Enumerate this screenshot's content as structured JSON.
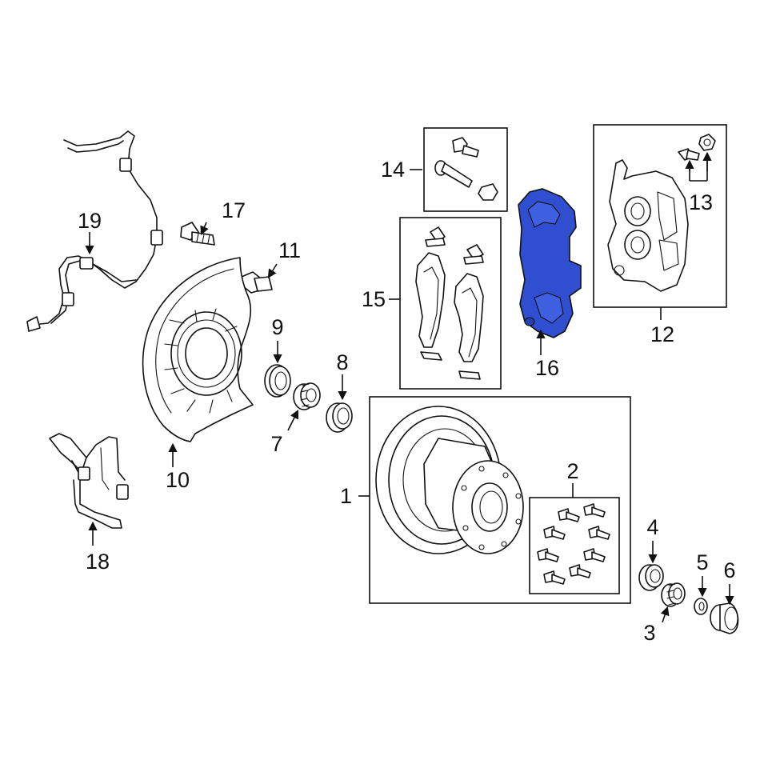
{
  "diagram": {
    "highlight_color": "#2f4fd0",
    "line_color": "#111111",
    "callouts": {
      "c1": "1",
      "c2": "2",
      "c3": "3",
      "c4": "4",
      "c5": "5",
      "c6": "6",
      "c7": "7",
      "c8": "8",
      "c9": "9",
      "c10": "10",
      "c11": "11",
      "c12": "12",
      "c13": "13",
      "c14": "14",
      "c15": "15",
      "c16": "16",
      "c17": "17",
      "c18": "18",
      "c19": "19"
    },
    "parts": [
      {
        "id": "1",
        "name": "rotor-hub-assembly"
      },
      {
        "id": "2",
        "name": "wheel-stud-set"
      },
      {
        "id": "3",
        "name": "outer-bearing"
      },
      {
        "id": "4",
        "name": "outer-bearing-race"
      },
      {
        "id": "5",
        "name": "washer"
      },
      {
        "id": "6",
        "name": "hub-cap"
      },
      {
        "id": "7",
        "name": "inner-bearing"
      },
      {
        "id": "8",
        "name": "inner-bearing-race"
      },
      {
        "id": "9",
        "name": "grease-seal"
      },
      {
        "id": "10",
        "name": "splash-shield"
      },
      {
        "id": "11",
        "name": "splash-shield-bolt"
      },
      {
        "id": "12",
        "name": "brake-caliper"
      },
      {
        "id": "13",
        "name": "caliper-bolt-and-nut"
      },
      {
        "id": "14",
        "name": "guide-pin-kit"
      },
      {
        "id": "15",
        "name": "brake-pad-set"
      },
      {
        "id": "16",
        "name": "caliper-bracket",
        "highlighted": true
      },
      {
        "id": "17",
        "name": "bracket-bolt"
      },
      {
        "id": "18",
        "name": "abs-bracket"
      },
      {
        "id": "19",
        "name": "abs-sensor-harness"
      }
    ]
  }
}
